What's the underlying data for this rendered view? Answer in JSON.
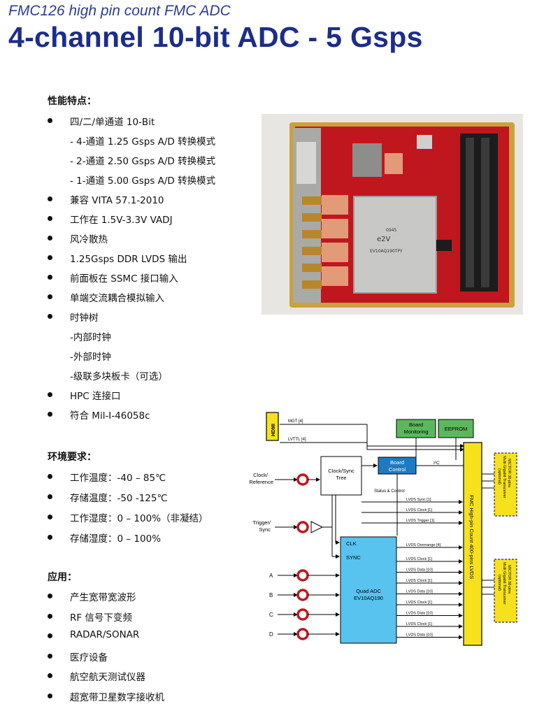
{
  "header": {
    "subtitle": "FMC126 high pin count FMC ADC",
    "title": "4-channel 10-bit ADC - 5 Gsps"
  },
  "features": {
    "heading": "性能特点：",
    "items": [
      {
        "text": "四/二/单通道 10-Bit",
        "bullet": true
      },
      {
        "text": "- 4-通道  1.25 Gsps A/D  转换模式",
        "bullet": false
      },
      {
        "text": "- 2-通道 2.50 Gsps A/D 转换模式",
        "bullet": false
      },
      {
        "text": "- 1-通道  5.00 Gsps A/D 转换模式",
        "bullet": false
      },
      {
        "text": "兼容 VITA 57.1-2010",
        "bullet": true
      },
      {
        "text": "工作在 1.5V-3.3V VADJ",
        "bullet": true
      },
      {
        "text": "风冷散热",
        "bullet": true
      },
      {
        "text": "1.25Gsps DDR LVDS 输出",
        "bullet": true
      },
      {
        "text": "前面板在 SSMC 接口输入",
        "bullet": true
      },
      {
        "text": "单端交流耦合模拟输入",
        "bullet": true
      },
      {
        "text": "时钟树",
        "bullet": true
      },
      {
        "text": "-内部时钟",
        "bullet": false
      },
      {
        "text": "-外部时钟",
        "bullet": false
      },
      {
        "text": "-级联多块板卡（可选）",
        "bullet": false
      },
      {
        "text": "HPC 连接口",
        "bullet": true
      },
      {
        "text": "符合 Mil-I-46058c",
        "bullet": true
      }
    ]
  },
  "environment": {
    "heading": "环境要求：",
    "items": [
      "工作温度：-40 – 85℃",
      "存储温度：-50 -125℃",
      "工作湿度：0 – 100%（非凝结）",
      "存储湿度：0 – 100%"
    ]
  },
  "applications": {
    "heading": "应用：",
    "items": [
      "产生宽带宽波形",
      "RF 信号下变频",
      "RADAR/SONAR",
      "医疗设备",
      "航空航天测试仪器",
      "超宽带卫星数字接收机"
    ]
  },
  "photo": {
    "chip_lines": [
      "0945",
      "e2V",
      "EV10AQ190TPY"
    ]
  },
  "diagram": {
    "hdmi": "HDMI",
    "mgt": "MGT [4]",
    "lvttl": "LVTTL [4]",
    "board_monitoring": [
      "Board",
      "Monitoring"
    ],
    "eeprom": "EEPROM",
    "clock_ref": [
      "Clock/",
      "Reference"
    ],
    "clock_sync_tree": [
      "Clock/Sync",
      "Tree"
    ],
    "board_control": [
      "Board",
      "Control"
    ],
    "i2c": "I²C",
    "status_control": "Status & Control",
    "fmc_connector": "FMC High-pin Count 400-pins LVDS",
    "trigger_sync": [
      "Trigger/",
      "Sync"
    ],
    "clk": "CLK",
    "sync": "SYNC",
    "quad_adc": [
      "Quad ADC",
      "EV10AQ190"
    ],
    "inputs": [
      "A",
      "B",
      "C",
      "D"
    ],
    "signals_top": [
      "LVDS Sync [1]",
      "LVDS Clock [1]",
      "LVDS Trigger [1]",
      "LVDS Overrange [4]"
    ],
    "signals_adc": [
      "LVDS Clock [1]",
      "LVDS Data [10]",
      "LVDS Clock [1]",
      "LVDS Data [10]",
      "LVDS Clock [1]",
      "LVDS Data [10]",
      "LVDS Clock [1]",
      "LVDS Data [10]"
    ],
    "transceiver_top": [
      "MICTOR 38-pins",
      "Multi Gigabit Transceiver",
      "(optional)"
    ],
    "transceiver_bottom": [
      "MICTOR 38-pins",
      "Multi Gigabit Transceiver",
      "(optional)"
    ]
  }
}
